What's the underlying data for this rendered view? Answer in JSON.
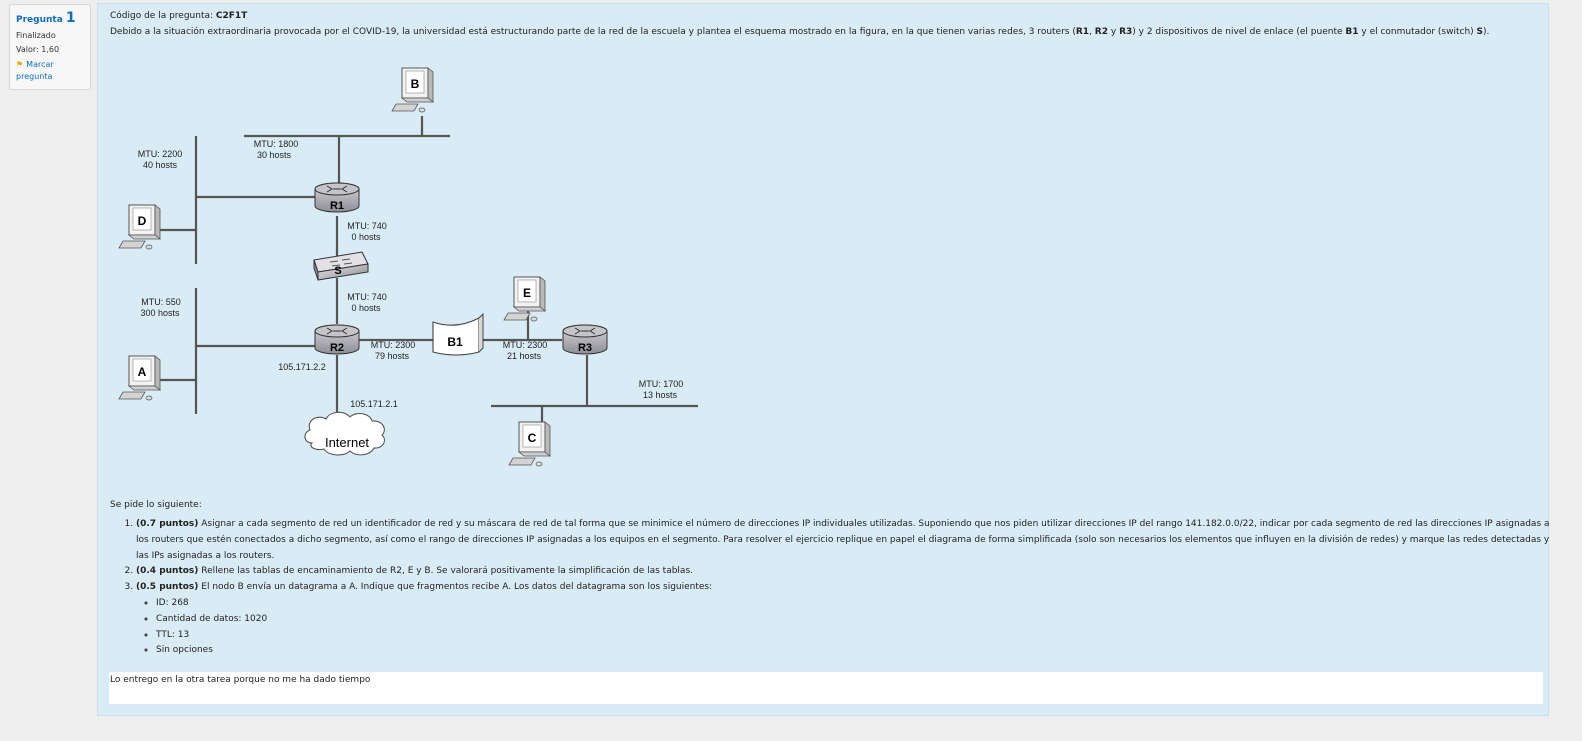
{
  "question_info": {
    "label": "Pregunta",
    "number": "1",
    "state": "Finalizado",
    "grade": "Valor: 1,60",
    "flag_label": "Marcar pregunta"
  },
  "question": {
    "code_prefix": "Código de la pregunta: ",
    "code": "C2F1T",
    "intro": [
      "Debido a la situación extraordinaria provocada por el COVID-19, la universidad está estructurando parte de la red de la escuela y plantea el esquema mostrado en la figura, en la que tienen varias redes, 3 routers (",
      "R1",
      ", ",
      "R2",
      " y ",
      "R3",
      ") y 2 dispositivos de nivel de enlace (el puente ",
      "B1",
      " y el conmutador (switch) ",
      "S",
      ")."
    ],
    "asks": "Se pide lo siguiente:",
    "items": [
      {
        "points": "(0.7 puntos)",
        "text": " Asignar a cada segmento de red un identificador de red y su máscara de red de tal forma que se minimice el número de direcciones IP individuales utilizadas. Suponiendo que nos piden utilizar direcciones IP del rango 141.182.0.0/22, indicar por cada segmento de red las direcciones IP asignadas a los routers que estén conectados a dicho segmento, así como el rango de direcciones IP asignadas a los equipos en el segmento. Para resolver el ejercicio replique en papel el diagrama de forma simplificada (solo son necesarios los elementos que influyen en la división de redes) y marque las redes detectadas y las IPs asignadas a los routers."
      },
      {
        "points": "(0.4 puntos)",
        "text": " Rellene las tablas de encaminamiento de R2, E y B. Se valorará positivamente la simplificación de las tablas."
      },
      {
        "points": "(0.5 puntos)",
        "text": " El nodo B envía un datagrama a A. Indique que fragmentos recibe A. Los datos del datagrama son los siguientes:"
      }
    ],
    "datagram": [
      "ID: 268",
      "Cantidad de datos: 1020",
      "TTL: 13",
      "Sin opciones"
    ]
  },
  "diagram": {
    "nodes": {
      "B": "B",
      "D": "D",
      "A": "A",
      "E": "E",
      "C": "C",
      "R1": "R1",
      "R2": "R2",
      "R3": "R3",
      "S": "S",
      "B1": "B1",
      "internet": "Internet"
    },
    "segments": {
      "top_mtu": "MTU: 1800",
      "top_hosts": "30 hosts",
      "left1_mtu": "MTU: 2200",
      "left1_hosts": "40 hosts",
      "r1s_mtu": "MTU: 740",
      "r1s_hosts": "0 hosts",
      "sr2_mtu": "MTU: 740",
      "sr2_hosts": "0 hosts",
      "left2_mtu": "MTU: 550",
      "left2_hosts": "300 hosts",
      "r2b1_mtu": "MTU: 2300",
      "r2b1_hosts": "79 hosts",
      "b1r3_mtu": "MTU: 2300",
      "b1r3_hosts": "21 hosts",
      "c_mtu": "MTU: 1700",
      "c_hosts": "13 hosts"
    },
    "ips": {
      "r2": "105.171.2.2",
      "internet": "105.171.2.1"
    }
  },
  "answer": "Lo entrego en la otra tarea porque no me ha dado tiempo"
}
